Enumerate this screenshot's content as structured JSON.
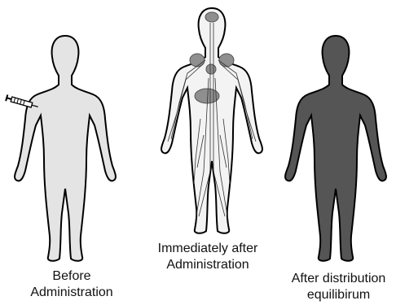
{
  "captions": {
    "before": [
      "Before",
      "Administration"
    ],
    "immediately": [
      "Immediately after",
      "Administration"
    ],
    "after": [
      "After distribution",
      "equilibirum"
    ]
  },
  "colors": {
    "outline": "#000000",
    "before_fill": "#e4e4e4",
    "vessel_fill": "#f3f3f3",
    "organ_fill": "#8f8f8f",
    "equilibrium_fill": "#555555"
  },
  "icons": [
    "syringe-icon"
  ]
}
